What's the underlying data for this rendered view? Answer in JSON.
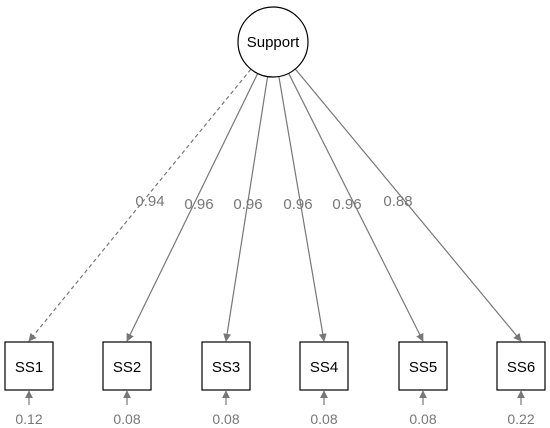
{
  "latent": {
    "label": "Support"
  },
  "indicators": [
    {
      "label": "SS1",
      "loading": "0.94",
      "residual": "0.12",
      "fixed": true
    },
    {
      "label": "SS2",
      "loading": "0.96",
      "residual": "0.08",
      "fixed": false
    },
    {
      "label": "SS3",
      "loading": "0.96",
      "residual": "0.08",
      "fixed": false
    },
    {
      "label": "SS4",
      "loading": "0.96",
      "residual": "0.08",
      "fixed": false
    },
    {
      "label": "SS5",
      "loading": "0.96",
      "residual": "0.08",
      "fixed": false
    },
    {
      "label": "SS6",
      "loading": "0.88",
      "residual": "0.22",
      "fixed": false
    }
  ],
  "colors": {
    "edge": "#777777",
    "node_stroke": "#000000",
    "node_fill": "#ffffff",
    "text": "#000000"
  }
}
